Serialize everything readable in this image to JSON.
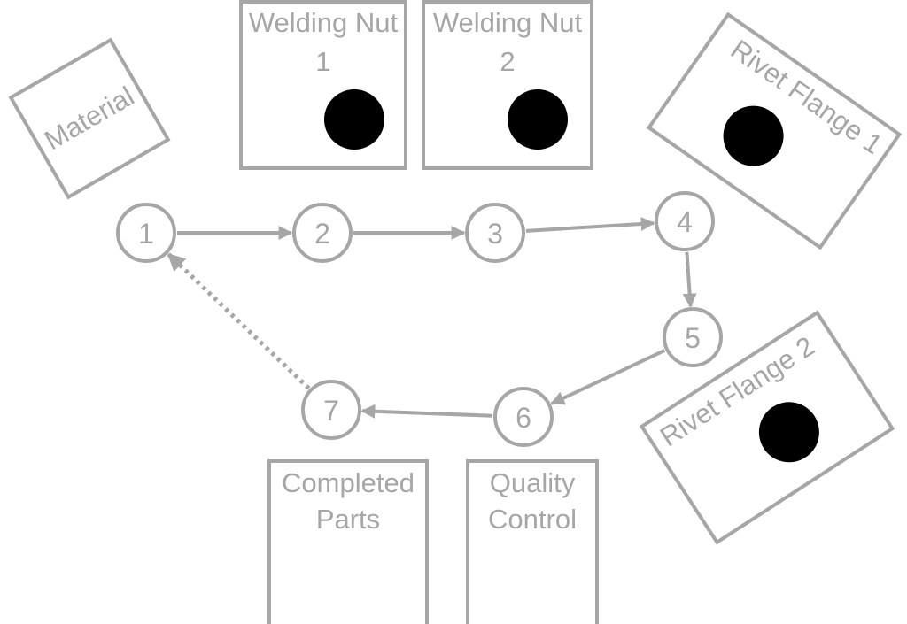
{
  "colors": {
    "outline": "#a6a6a6",
    "marker": "#000000",
    "background": "#ffffff"
  },
  "stations": {
    "material": {
      "label": "Material"
    },
    "welding_nut_1": {
      "line1": "Welding Nut",
      "line2": "1"
    },
    "welding_nut_2": {
      "line1": "Welding Nut",
      "line2": "2"
    },
    "rivet_flange_1": {
      "label": "Rivet Flange 1"
    },
    "rivet_flange_2": {
      "label": "Rivet Flange 2"
    },
    "completed_parts": {
      "line1": "Completed",
      "line2": "Parts"
    },
    "quality_control": {
      "line1": "Quality",
      "line2": "Control"
    }
  },
  "nodes": [
    {
      "id": "1",
      "label": "1"
    },
    {
      "id": "2",
      "label": "2"
    },
    {
      "id": "3",
      "label": "3"
    },
    {
      "id": "4",
      "label": "4"
    },
    {
      "id": "5",
      "label": "5"
    },
    {
      "id": "6",
      "label": "6"
    },
    {
      "id": "7",
      "label": "7"
    }
  ],
  "edges": [
    {
      "from": "1",
      "to": "2",
      "style": "solid"
    },
    {
      "from": "2",
      "to": "3",
      "style": "solid"
    },
    {
      "from": "3",
      "to": "4",
      "style": "solid"
    },
    {
      "from": "4",
      "to": "5",
      "style": "solid"
    },
    {
      "from": "5",
      "to": "6",
      "style": "solid"
    },
    {
      "from": "6",
      "to": "7",
      "style": "solid"
    },
    {
      "from": "7",
      "to": "1",
      "style": "dotted"
    }
  ]
}
